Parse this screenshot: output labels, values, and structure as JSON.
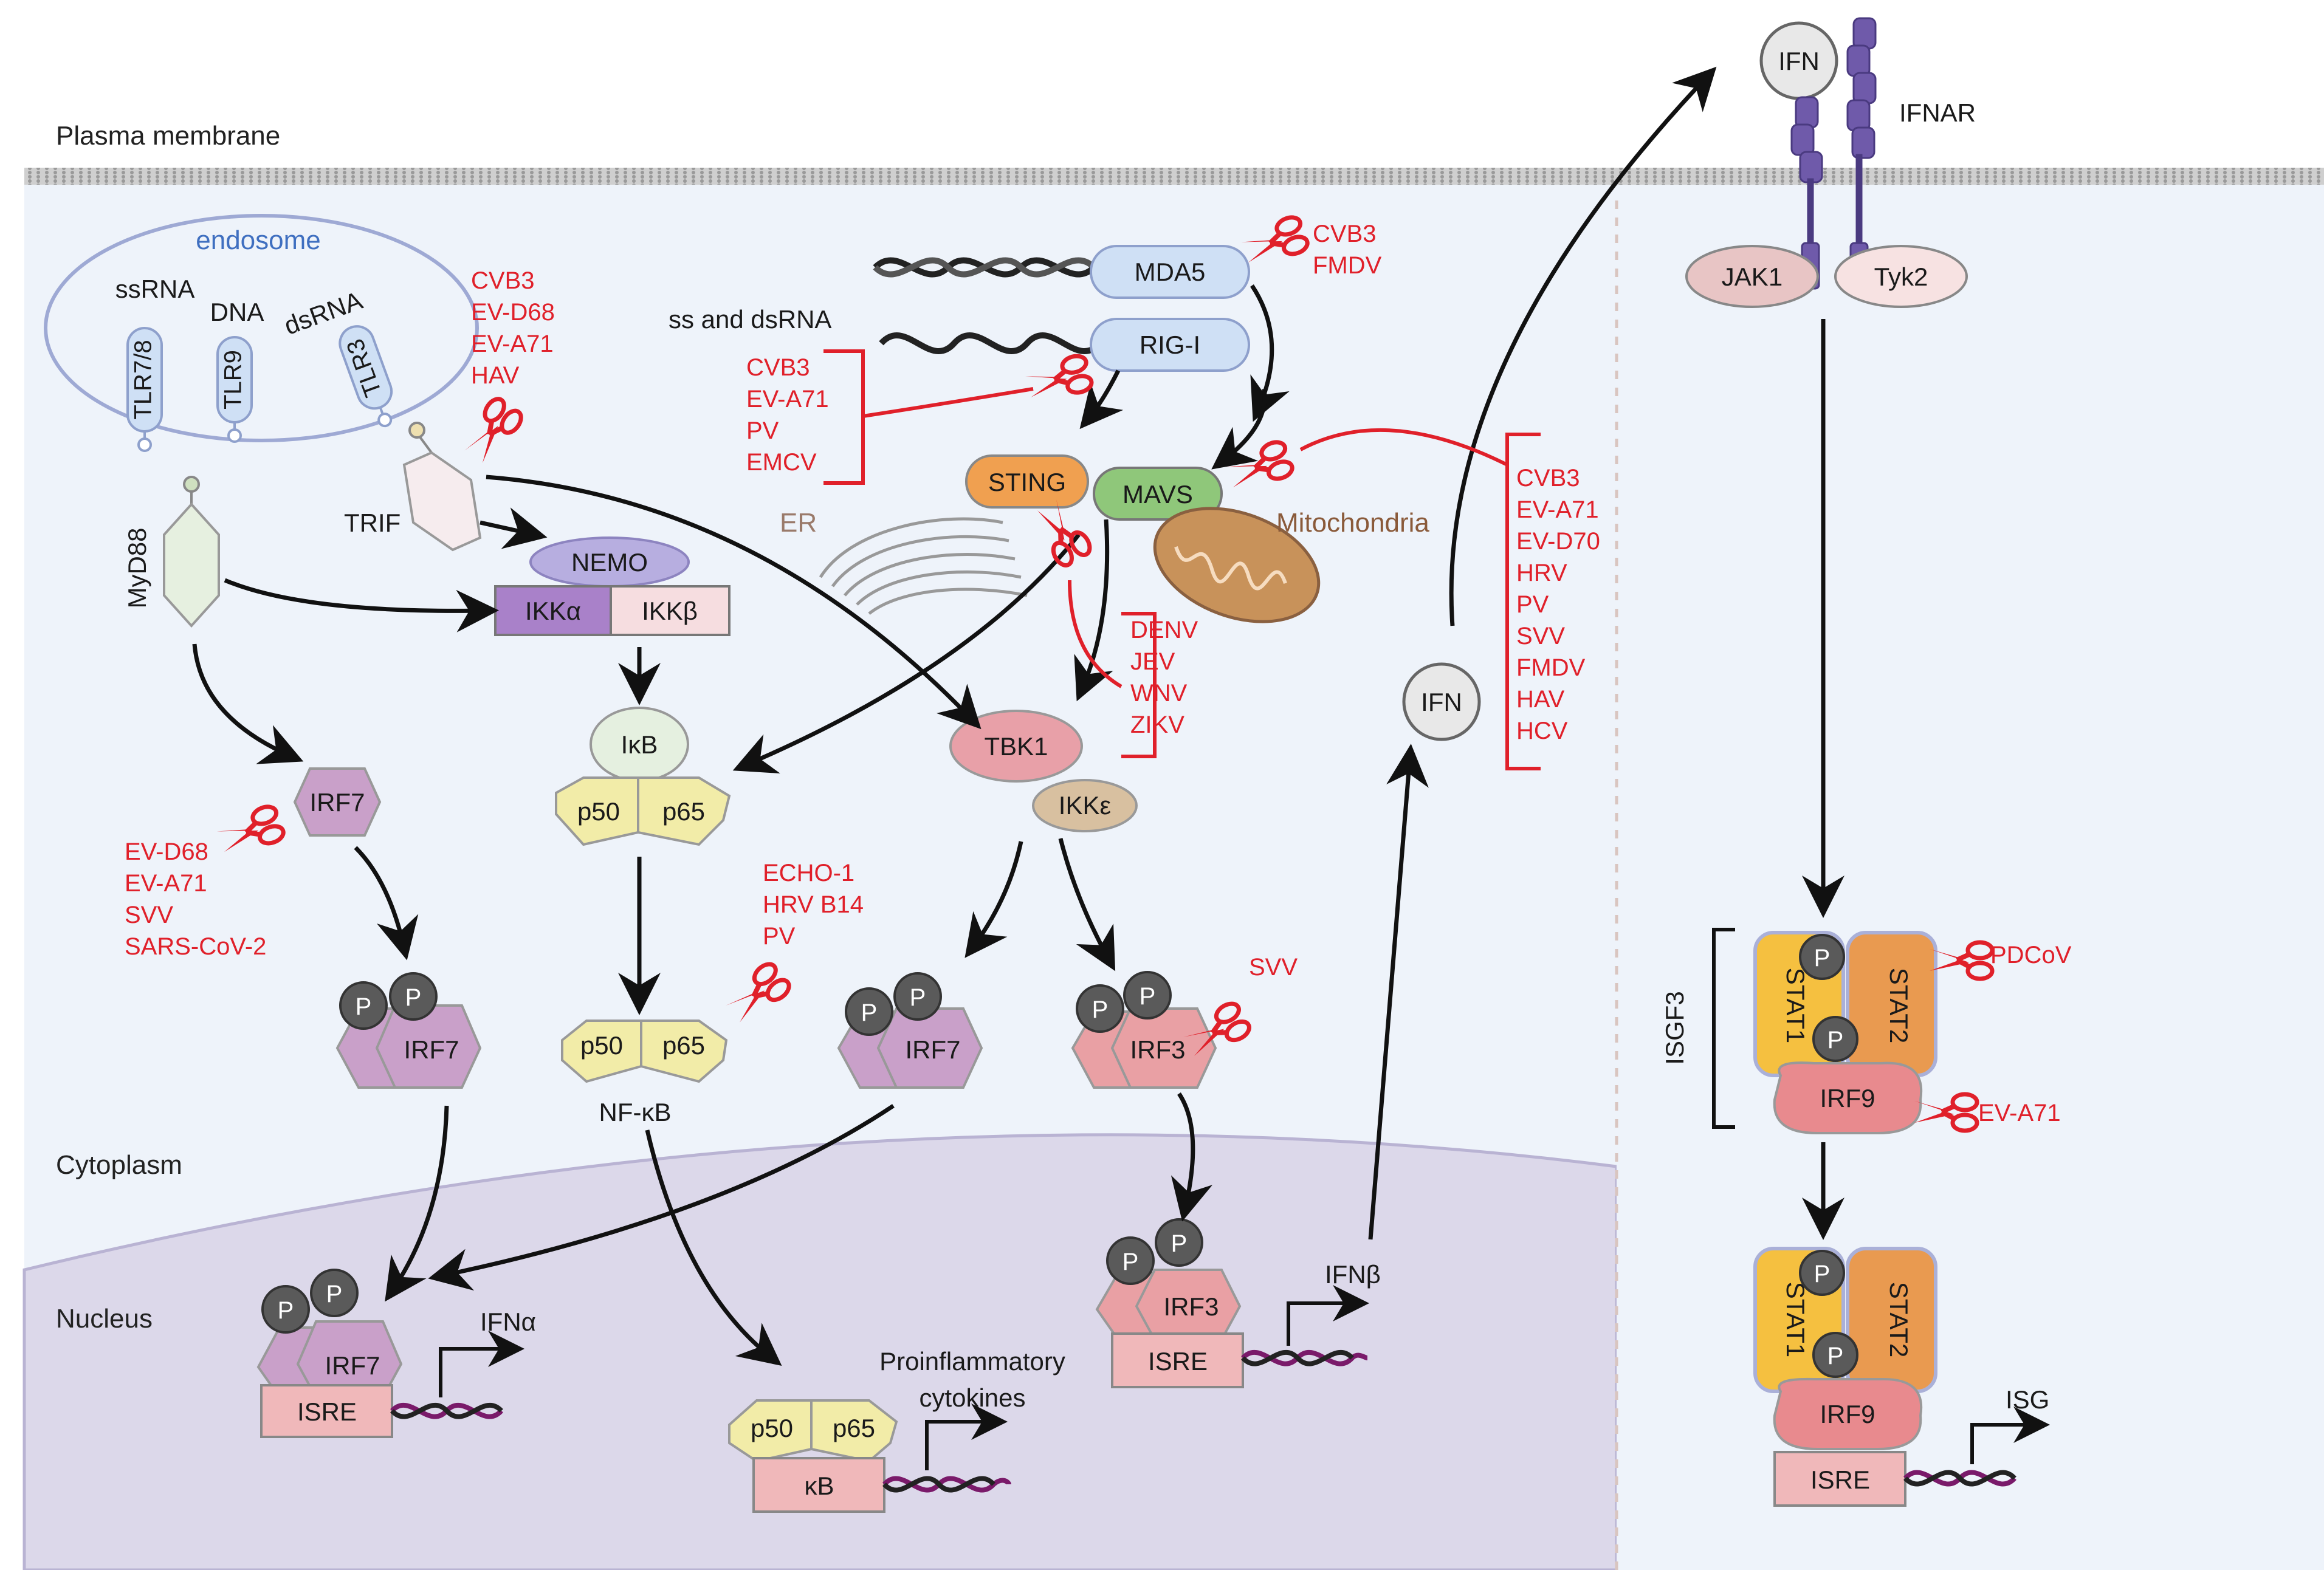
{
  "colors": {
    "red": "#e0202a",
    "cytoplasm": "#eef3fa",
    "nucleus": "#dcd8ea",
    "membrane": "#b0b0b0",
    "endosome": "#9ea9d4",
    "tlr_fill": "#cfe0f5",
    "irf_fill": "#c9a0c9",
    "irf3_fill": "#e9a0a4",
    "nfkb_fill": "#f2eca8",
    "isre_fill": "#f0b8ba",
    "phospho": "#5a5a5a",
    "stat1": "#f5c040",
    "stat2": "#e99a50"
  },
  "regions": {
    "plasma_membrane": "Plasma membrane",
    "cytoplasm": "Cytoplasm",
    "nucleus": "Nucleus"
  },
  "endosome": {
    "title": "endosome",
    "ligands": [
      "ssRNA",
      "DNA",
      "dsRNA"
    ],
    "receptors": [
      "TLR7/8",
      "TLR9",
      "TLR3"
    ]
  },
  "adaptors": {
    "myd88": "MyD88",
    "trif": "TRIF"
  },
  "cytosolic": {
    "ss_ds_rna": "ss and dsRNA",
    "mda5": "MDA5",
    "rigi": "RIG-I",
    "sting": "STING",
    "mavs": "MAVS",
    "er": "ER",
    "mitochondria": "Mitochondria"
  },
  "kinases": {
    "nemo": "NEMO",
    "ikka": "IKKα",
    "ikkb": "IKKβ",
    "tbk1": "TBK1",
    "ikke": "IKKε"
  },
  "nfkb": {
    "ikb": "IκB",
    "p50": "p50",
    "p65": "p65",
    "label": "NF-κB",
    "kb": "κB",
    "product": "Proinflammatory",
    "product2": "cytokines"
  },
  "irf": {
    "irf7": "IRF7",
    "irf3": "IRF3",
    "p": "P"
  },
  "nucleus_items": {
    "isre": "ISRE",
    "ifna": "IFNα",
    "ifnb": "IFNβ",
    "isg": "ISG"
  },
  "ifn": {
    "ifn": "IFN",
    "ifnar": "IFNAR",
    "jak1": "JAK1",
    "tyk2": "Tyk2"
  },
  "isgf3": {
    "label": "ISGF3",
    "stat1": "STAT1",
    "stat2": "STAT2",
    "irf9": "IRF9"
  },
  "viruses": {
    "tlr3": [
      "CVB3",
      "EV-D68",
      "EV-A71",
      "HAV"
    ],
    "mda5": [
      "CVB3",
      "FMDV"
    ],
    "rigi": [
      "CVB3",
      "EV-A71",
      "PV",
      "EMCV"
    ],
    "mavs": [
      "CVB3",
      "EV-A71",
      "EV-D70",
      "HRV",
      "PV",
      "SVV",
      "FMDV",
      "HAV",
      "HCV"
    ],
    "sting": [
      "DENV",
      "JEV",
      "WNV",
      "ZIKV"
    ],
    "irf7": [
      "EV-D68",
      "EV-A71",
      "SVV",
      "SARS-CoV-2"
    ],
    "p65": [
      "ECHO-1",
      "HRV B14",
      "PV"
    ],
    "irf3": [
      "SVV"
    ],
    "stat2": [
      "PDCoV"
    ],
    "irf9": [
      "EV-A71"
    ]
  }
}
